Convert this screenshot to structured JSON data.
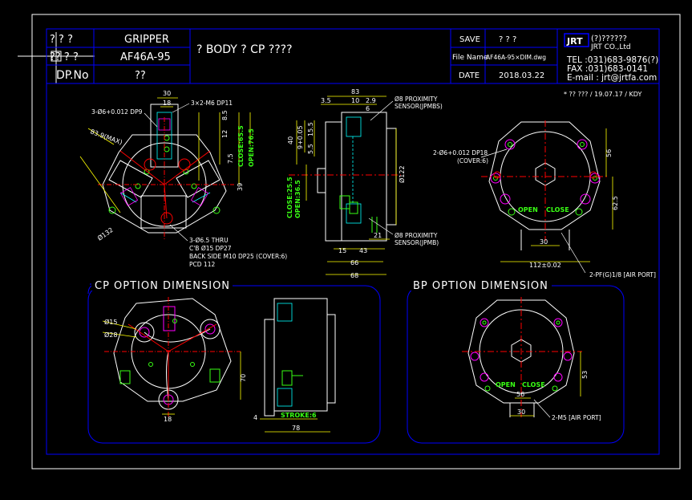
{
  "colors": {
    "background": "#000000",
    "border": "#ffffff",
    "frame": "#0000ff",
    "part": "#ffffff",
    "dimension": "#ffff00",
    "center_line": "#ff0000",
    "feature": "#ff00ff",
    "hole": "#39ff14",
    "section_box": "#0000ff",
    "hidden": "#00ffff"
  },
  "title_block": {
    "left": {
      "label_1": "? ? ?",
      "value_1": "GRIPPER",
      "label_2": "?? ? ?",
      "value_2": "AF46A-95",
      "label_3": "DP.No",
      "value_3": "??"
    },
    "center_title": "?  BODY ? CP ????",
    "right": {
      "save_label": "SAVE",
      "save_value": "?   ?   ?",
      "file_label": "File Name",
      "file_value": "AF46A-95×DIM.dwg",
      "date_label": "DATE",
      "date_value": "2018.03.22"
    },
    "company": {
      "logo_text": "JRT",
      "name_ko": "(?)??????",
      "name_en": "JRT CO.,Ltd",
      "tel": "TEL :031)683-9876(?)",
      "fax": "FAX :031)683-0141",
      "email": "E-mail : jrt@jrtfa.com"
    },
    "revision_note": "* ?? ??? / 19.07.17 / KDY"
  },
  "front_view": {
    "dim_30": "30",
    "dim_18": "18",
    "dim_8_5": "8.5",
    "dim_12": "12",
    "dim_7_5": "7.5",
    "dim_39": "39",
    "dim_83_max": "83.9(MAX)",
    "diameter_132": "Ø132",
    "close_label": "CLOSE:65.5",
    "open_label": "OPEN:76.5",
    "note_pin": "3-Ø6+0.012 DP9",
    "note_tap": "3×2-M6 DP11",
    "note_thru_1": "3-Ø6.5 THRU",
    "note_thru_2": "C'B Ø15 DP27",
    "note_thru_3": "BACK SIDE M10 DP25 (COVER:6)",
    "note_thru_4": "PCD 112"
  },
  "side_view": {
    "dim_83": "83",
    "dim_3_5": "3.5",
    "dim_10": "10",
    "dim_2_9": "2.9",
    "dim_6": "6",
    "dim_40": "40",
    "dim_9": "9+0.05",
    "dim_15_5": "15.5",
    "dim_5_5": "5.5",
    "dim_122": "Ø122",
    "dim_15": "15",
    "dim_43": "43",
    "dim_21": "21",
    "dim_66": "66",
    "dim_68": "68",
    "close_label": "CLOSE:25.5",
    "open_label": "OPEN:36.5",
    "sensor_top_1": "Ø8 PROXIMITY",
    "sensor_top_2": "SENSOR(JPMBS)",
    "sensor_bot_1": "Ø8 PROXIMITY",
    "sensor_bot_2": "SENSOR(JPMB)"
  },
  "back_view": {
    "note_pin_1": "2-Ø6+0.012 DP18",
    "note_pin_2": "(COVER:6)",
    "dim_56": "56",
    "dim_62_5": "62.5",
    "dim_30": "30",
    "dim_112": "112±0.02",
    "open_label": "OPEN",
    "close_label": "CLOSE",
    "port_note": "2-PF(G)1/8 [AIR PORT]"
  },
  "cp_section": {
    "title": "CP OPTION DIMENSION",
    "dim_15": "Ø15",
    "dim_28": "Ø28",
    "dim_70": "70",
    "dim_18": "18",
    "dim_4": "4",
    "dim_78": "78",
    "stroke": "STROKE:6"
  },
  "bp_section": {
    "title": "BP OPTION DIMENSION",
    "dim_56": "56",
    "dim_30": "30",
    "dim_53": "53",
    "open_label": "OPEN",
    "close_label": "CLOSE",
    "port_note": "2-M5 [AIR PORT]"
  }
}
